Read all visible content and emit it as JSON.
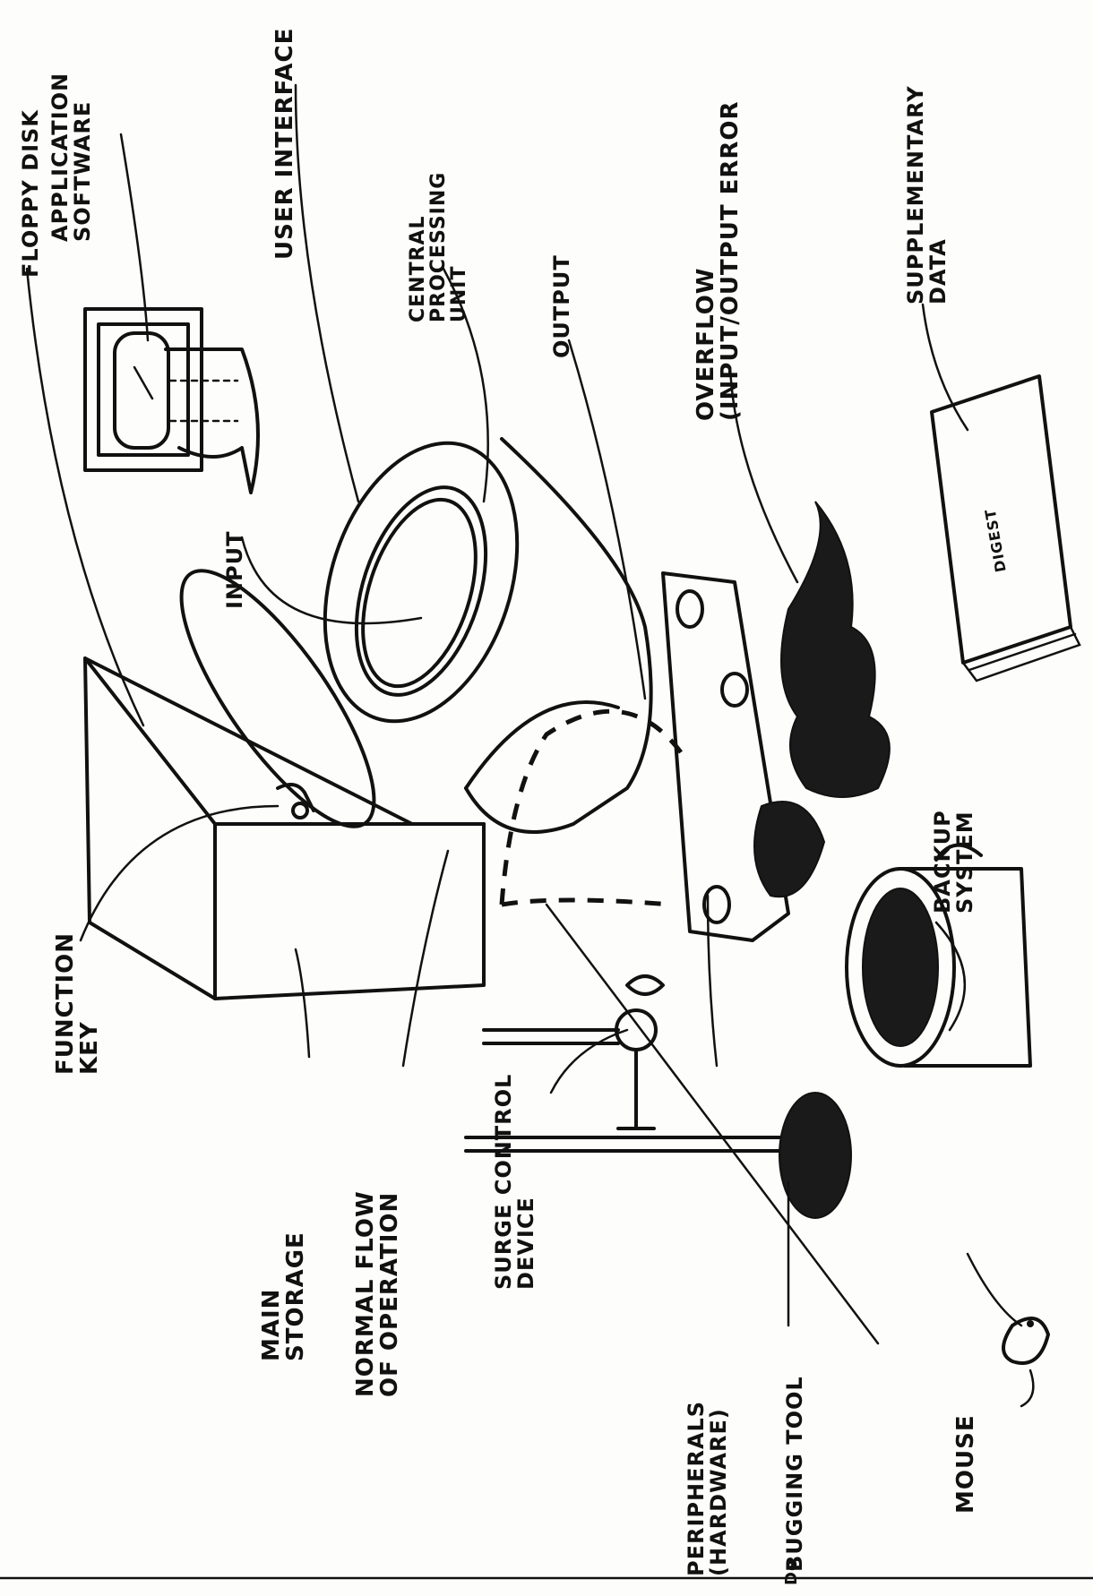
{
  "diagram": {
    "labels": {
      "application_software": "APPLICATION\nSOFTWARE",
      "user_interface": "USER INTERFACE",
      "central_processing_unit": "CENTRAL\nPROCESSING\nUNIT",
      "overflow": "OVERFLOW\n(INPUT/OUTPUT ERROR",
      "supplementary_data": "SUPPLEMENTARY\nDATA",
      "floppy_disk": "FLOPPY DISK",
      "input": "INPUT",
      "output": "OUTPUT",
      "backup_system": "BACKUP\nSYSTEM",
      "function_key": "FUNCTION\nKEY",
      "main_storage": "MAIN\nSTORAGE",
      "normal_flow": "NORMAL FLOW\nOF OPERATION",
      "surge_control": "SURGE CONTROL\nDEVICE",
      "peripherals": "PERIPHERALS\n(HARDWARE)",
      "bugging_tool": "BUGGING TOOL",
      "mouse": "MOUSE",
      "book_text": "DIGEST",
      "margin_mark": "De"
    }
  }
}
